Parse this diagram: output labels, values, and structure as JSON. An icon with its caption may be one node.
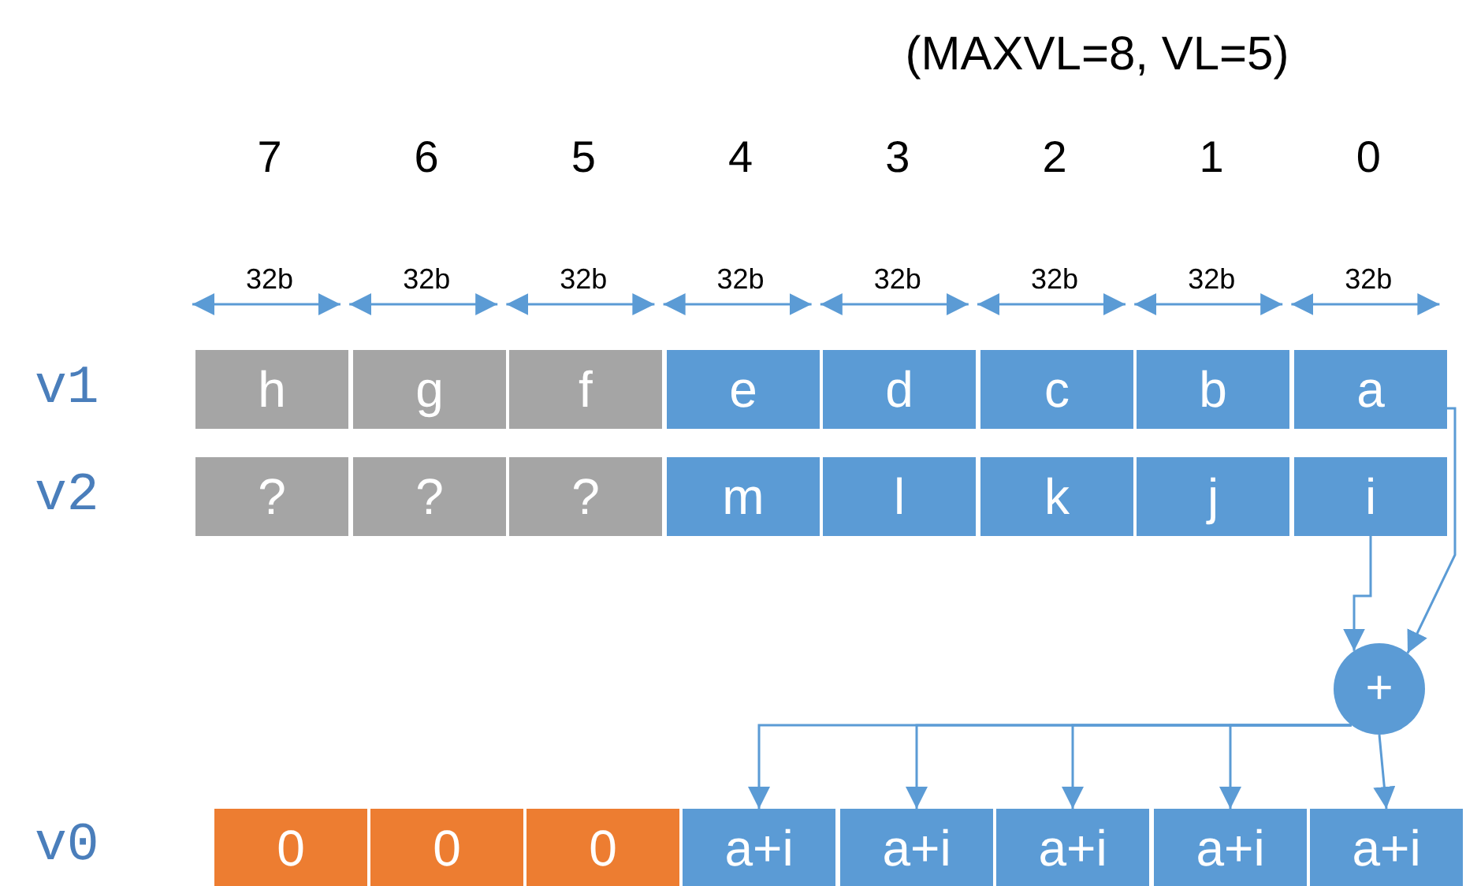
{
  "diagram": {
    "title": "(MAXVL=8, VL=5)",
    "nodes": [
      {
        "text": [
          "h"
        ]
      },
      {
        "text": [
          "g"
        ]
      },
      {
        "text": [
          "f"
        ]
      },
      {
        "text": [
          "e"
        ]
      },
      {
        "text": [
          "d"
        ]
      },
      {
        "text": [
          "c"
        ]
      },
      {
        "text": [
          "b"
        ]
      },
      {
        "text": [
          "a"
        ]
      },
      {
        "text": [
          "?"
        ]
      },
      {
        "text": [
          "?"
        ]
      },
      {
        "text": [
          "?"
        ]
      },
      {
        "text": [
          "m"
        ]
      },
      {
        "text": [
          "l"
        ]
      },
      {
        "text": [
          "k"
        ]
      },
      {
        "text": [
          "j"
        ]
      },
      {
        "text": [
          "i"
        ]
      },
      {
        "text": [
          "+"
        ]
      },
      {
        "text": [
          "0"
        ]
      },
      {
        "text": [
          "0"
        ]
      },
      {
        "text": [
          "0"
        ]
      },
      {
        "text": [
          "a+i"
        ]
      },
      {
        "text": [
          "a+i"
        ]
      },
      {
        "text": [
          "a+i"
        ]
      },
      {
        "text": [
          "a+i"
        ]
      },
      {
        "text": [
          "a+i"
        ]
      }
    ],
    "edges": [
      {
        "from": 7,
        "to": 16,
        "arrow": "to"
      },
      {
        "from": 15,
        "to": 16,
        "arrow": "to"
      },
      {
        "from": 16,
        "to": 20,
        "arrow": "to"
      },
      {
        "from": 16,
        "to": 21,
        "arrow": "to"
      },
      {
        "from": 16,
        "to": 22,
        "arrow": "to"
      },
      {
        "from": 16,
        "to": 23,
        "arrow": "to"
      },
      {
        "from": 16,
        "to": 24,
        "arrow": "to"
      }
    ],
    "labels": [
      "7",
      "6",
      "5",
      "4",
      "3",
      "2",
      "1",
      "0",
      "32b",
      "32b",
      "32b",
      "32b",
      "32b",
      "32b",
      "32b",
      "32b",
      "v1",
      "v2",
      "v0"
    ]
  }
}
